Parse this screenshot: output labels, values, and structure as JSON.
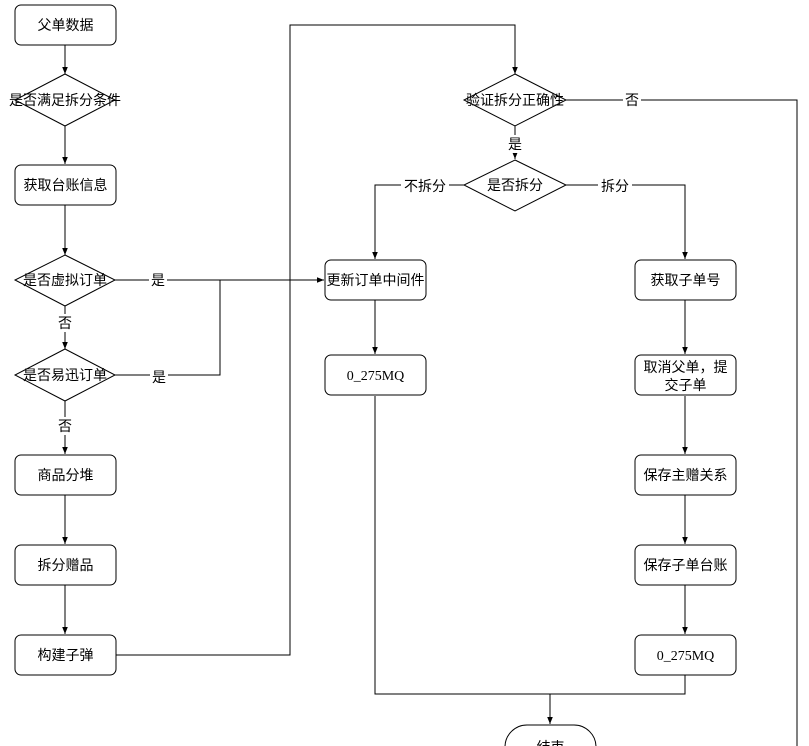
{
  "nodes": {
    "parent_data": "父单数据",
    "meet_split_condition": "是否满足拆分条件",
    "get_ledger_info": "获取台账信息",
    "is_virtual_order": "是否虚拟订单",
    "is_yixun_order": "是否易迅订单",
    "product_pile": "商品分堆",
    "split_gift": "拆分赠品",
    "build_child": "构建子弹",
    "verify_split": "验证拆分正确性",
    "is_split": "是否拆分",
    "update_order_middleware": "更新订单中间件",
    "mq_left": "0_275MQ",
    "get_child_no": "获取子单号",
    "cancel_parent_line1": "取消父单，提",
    "cancel_parent_line2": "交子单",
    "save_gift_relation": "保存主赠关系",
    "save_child_ledger": "保存子单台账",
    "mq_right": "0_275MQ",
    "end": "结束"
  },
  "edge_labels": {
    "virtual_yes": "是",
    "virtual_no": "否",
    "yixun_yes": "是",
    "yixun_no": "否",
    "verify_yes": "是",
    "verify_no": "否",
    "split_no": "不拆分",
    "split_yes": "拆分"
  }
}
